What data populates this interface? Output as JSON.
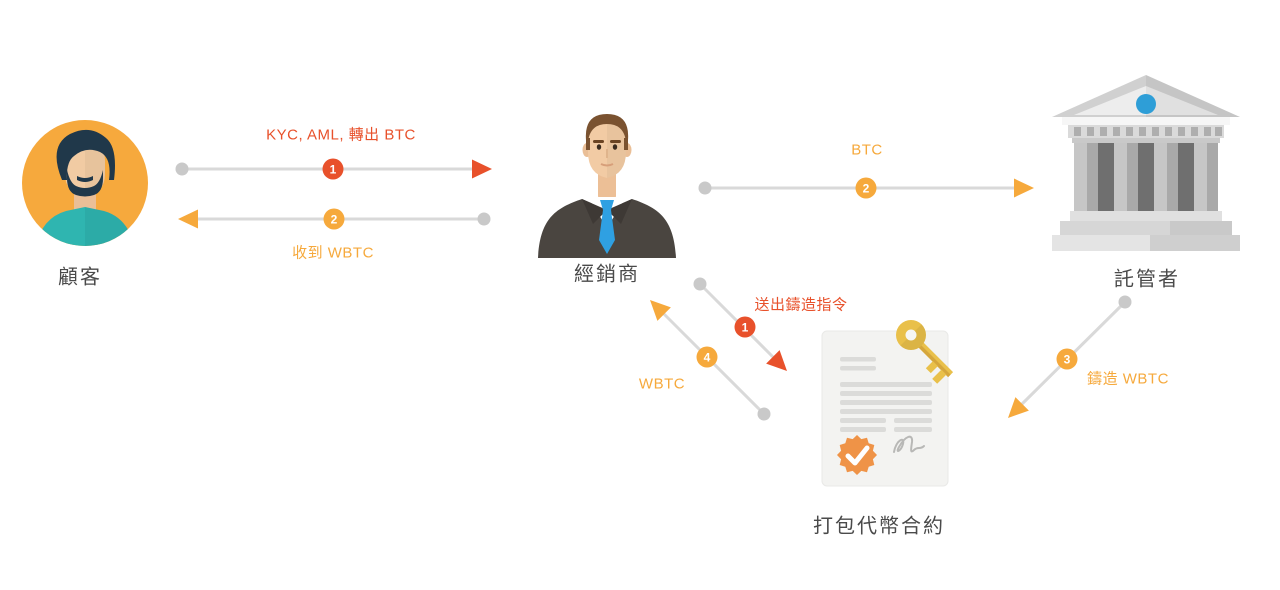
{
  "diagram": {
    "entities": [
      {
        "id": "customer",
        "label": "顧客"
      },
      {
        "id": "merchant",
        "label": "經銷商"
      },
      {
        "id": "custodian",
        "label": "託管者"
      },
      {
        "id": "contract",
        "label": "打包代幣合約"
      }
    ],
    "flows": [
      {
        "from": "customer",
        "to": "merchant",
        "step": "1",
        "label": "KYC, AML, 轉出 BTC",
        "color": "#e8512b"
      },
      {
        "from": "merchant",
        "to": "customer",
        "step": "2",
        "label": "收到 WBTC",
        "color": "#f6a93c"
      },
      {
        "from": "merchant",
        "to": "custodian",
        "step": "2",
        "label": "BTC",
        "color": "#f6a93c"
      },
      {
        "from": "merchant",
        "to": "contract",
        "step": "1",
        "label": "送出鑄造指令",
        "color": "#e8512b"
      },
      {
        "from": "contract",
        "to": "merchant",
        "step": "4",
        "label": "WBTC",
        "color": "#f6a93c"
      },
      {
        "from": "custodian",
        "to": "contract",
        "step": "3",
        "label": "鑄造 WBTC",
        "color": "#f6a93c"
      }
    ],
    "colors": {
      "red": "#e8512b",
      "orange": "#f6a93c",
      "line": "#d9d9d9",
      "dot": "#c9c9c9",
      "text": "#4a4a4a",
      "avatar_bg": "#f6a93d",
      "shirt_teal": "#2fb5b0",
      "tie_blue": "#2fa0e2",
      "bank_dome": "#2e9ed7",
      "key_gold": "#e9c04a",
      "seal_orange": "#ef9347"
    }
  }
}
